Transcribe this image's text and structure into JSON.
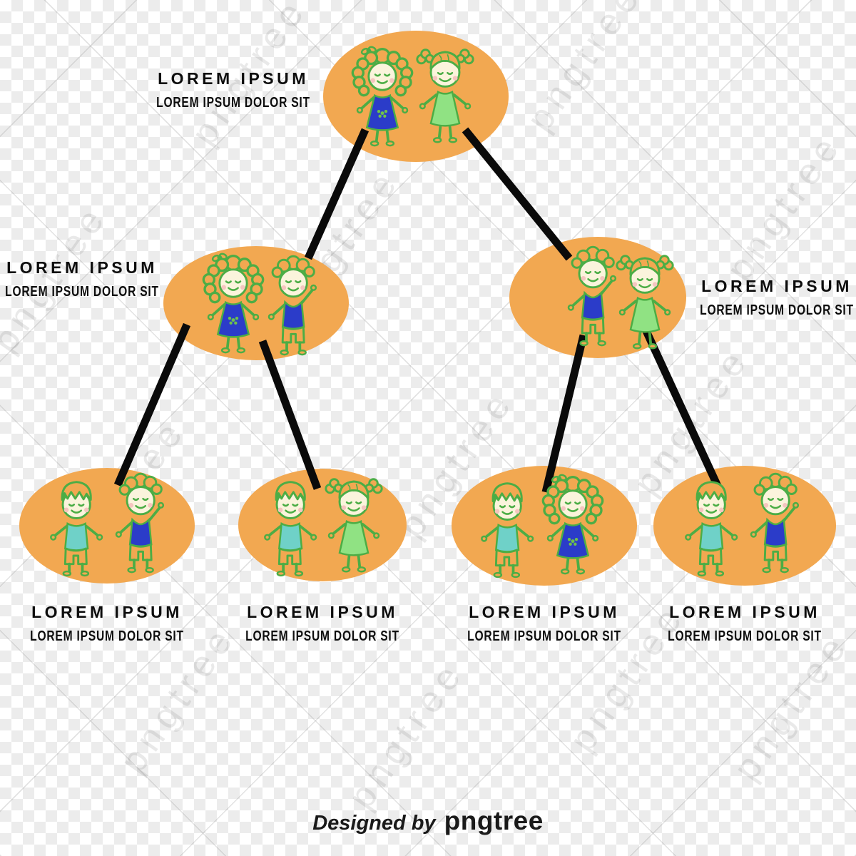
{
  "background": {
    "watermark_text": "pngtree",
    "checker_light": "#FFFFFF",
    "checker_dark": "#ECECEC"
  },
  "footer": {
    "designed_by": "Designed by",
    "brand": "pngtree"
  },
  "diagram": {
    "type": "family-tree",
    "colors": {
      "node_fill": "#F2A851",
      "connector": "#0A0A0A",
      "doodle_outline_green": "#4CAD45",
      "doodle_blue": "#2B3CC9",
      "doodle_teal": "#6FD1C8",
      "doodle_light_green": "#90E283",
      "face_cream": "#FBF4DC",
      "cheek_pink": "#F5C5BF",
      "label_text": "#0D0D0D"
    },
    "nodes": [
      {
        "id": "root",
        "title": "LOREM IPSUM",
        "subtitle": "LOREM IPSUM DOLOR SIT",
        "label_side": "left-of-node",
        "figures": [
          "curly-girl-blue-dress",
          "pigtail-girl-green-dress"
        ]
      },
      {
        "id": "child-left",
        "title": "LOREM IPSUM",
        "subtitle": "LOREM IPSUM DOLOR SIT",
        "label_side": "left-of-node",
        "figures": [
          "curly-girl-blue-dress",
          "curly-boy-blue-tank"
        ]
      },
      {
        "id": "child-right",
        "title": "LOREM IPSUM",
        "subtitle": "LOREM IPSUM DOLOR SIT",
        "label_side": "right-of-node",
        "figures": [
          "curly-boy-blue-tank",
          "pigtail-girl-green-dress"
        ]
      },
      {
        "id": "grandchild-1",
        "title": "LOREM IPSUM",
        "subtitle": "LOREM IPSUM DOLOR SIT",
        "label_side": "below-node",
        "figures": [
          "boy-teal-shirt",
          "curly-boy-blue-tank"
        ]
      },
      {
        "id": "grandchild-2",
        "title": "LOREM IPSUM",
        "subtitle": "LOREM IPSUM DOLOR SIT",
        "label_side": "below-node",
        "figures": [
          "boy-teal-shirt",
          "pigtail-girl-green-dress"
        ]
      },
      {
        "id": "grandchild-3",
        "title": "LOREM IPSUM",
        "subtitle": "LOREM IPSUM DOLOR SIT",
        "label_side": "below-node",
        "figures": [
          "boy-teal-shirt",
          "curly-girl-blue-dress"
        ]
      },
      {
        "id": "grandchild-4",
        "title": "LOREM IPSUM",
        "subtitle": "LOREM IPSUM DOLOR SIT",
        "label_side": "below-node",
        "figures": [
          "boy-teal-shirt",
          "curly-boy-blue-tank"
        ]
      }
    ],
    "edges": [
      [
        "root",
        "child-left"
      ],
      [
        "root",
        "child-right"
      ],
      [
        "child-left",
        "grandchild-1"
      ],
      [
        "child-left",
        "grandchild-2"
      ],
      [
        "child-right",
        "grandchild-3"
      ],
      [
        "child-right",
        "grandchild-4"
      ]
    ]
  }
}
